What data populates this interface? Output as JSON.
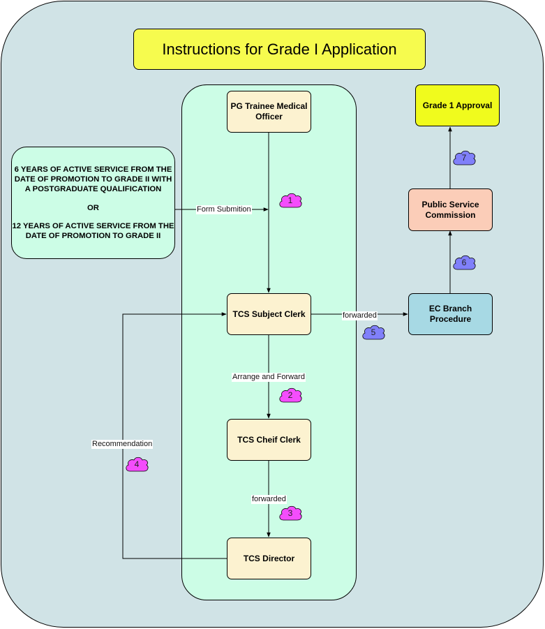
{
  "title": "Instructions for Grade I Application",
  "requirements": {
    "line1": "6 YEARS OF ACTIVE SERVICE FROM THE DATE OF PROMOTION TO GRADE II WITH A POSTGRADUATE QUALIFICATION",
    "or": "OR",
    "line2": "12 YEARS OF ACTIVE SERVICE FROM THE DATE OF PROMOTION TO GRADE II"
  },
  "nodes": {
    "pg_trainee": "PG Trainee Medical Officer",
    "subject_clerk": "TCS Subject Clerk",
    "chief_clerk": "TCS Cheif Clerk",
    "director": "TCS Director",
    "ec_branch": "EC Branch Procedure",
    "psc": "Public Service Commission",
    "approval": "Grade 1 Approval"
  },
  "edge_labels": {
    "form_submission": "Form Submition",
    "arrange_forward": "Arrange and Forward",
    "forwarded_chief_director": "forwarded",
    "recommendation": "Recommendation",
    "forwarded_subject_ec": "forwarded"
  },
  "steps": [
    "1",
    "2",
    "3",
    "4",
    "5",
    "6",
    "7"
  ],
  "colors": {
    "frame": "#d0e3e6",
    "lane": "#ccfde6",
    "title": "#f6fb4e",
    "node": "#fcf2d0",
    "ec_branch": "#a7d9e4",
    "psc": "#fbcdb8",
    "approval": "#f0fb1d",
    "step_magenta": "#f44dfc",
    "step_blue": "#8080fa"
  }
}
